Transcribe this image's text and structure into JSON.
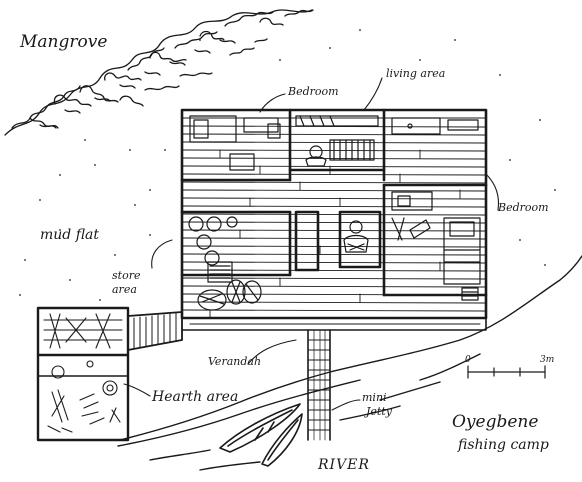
{
  "labels": {
    "mangrove": "Mangrove",
    "bedroom_top": "Bedroom",
    "living_area": "living area",
    "bedroom_right": "Bedroom",
    "mud_flat": "mud flat",
    "store_area_line1": "store",
    "store_area_line2": "area",
    "verandah": "Verandah",
    "hearth_area": "Hearth area",
    "mini_jetty_line1": "mini",
    "mini_jetty_line2": "Jetty",
    "camp_name_line1": "Oyegbene",
    "camp_name_line2": "fishing camp",
    "river": "RIVER",
    "scale_zero": "0",
    "scale_end": "3m"
  }
}
